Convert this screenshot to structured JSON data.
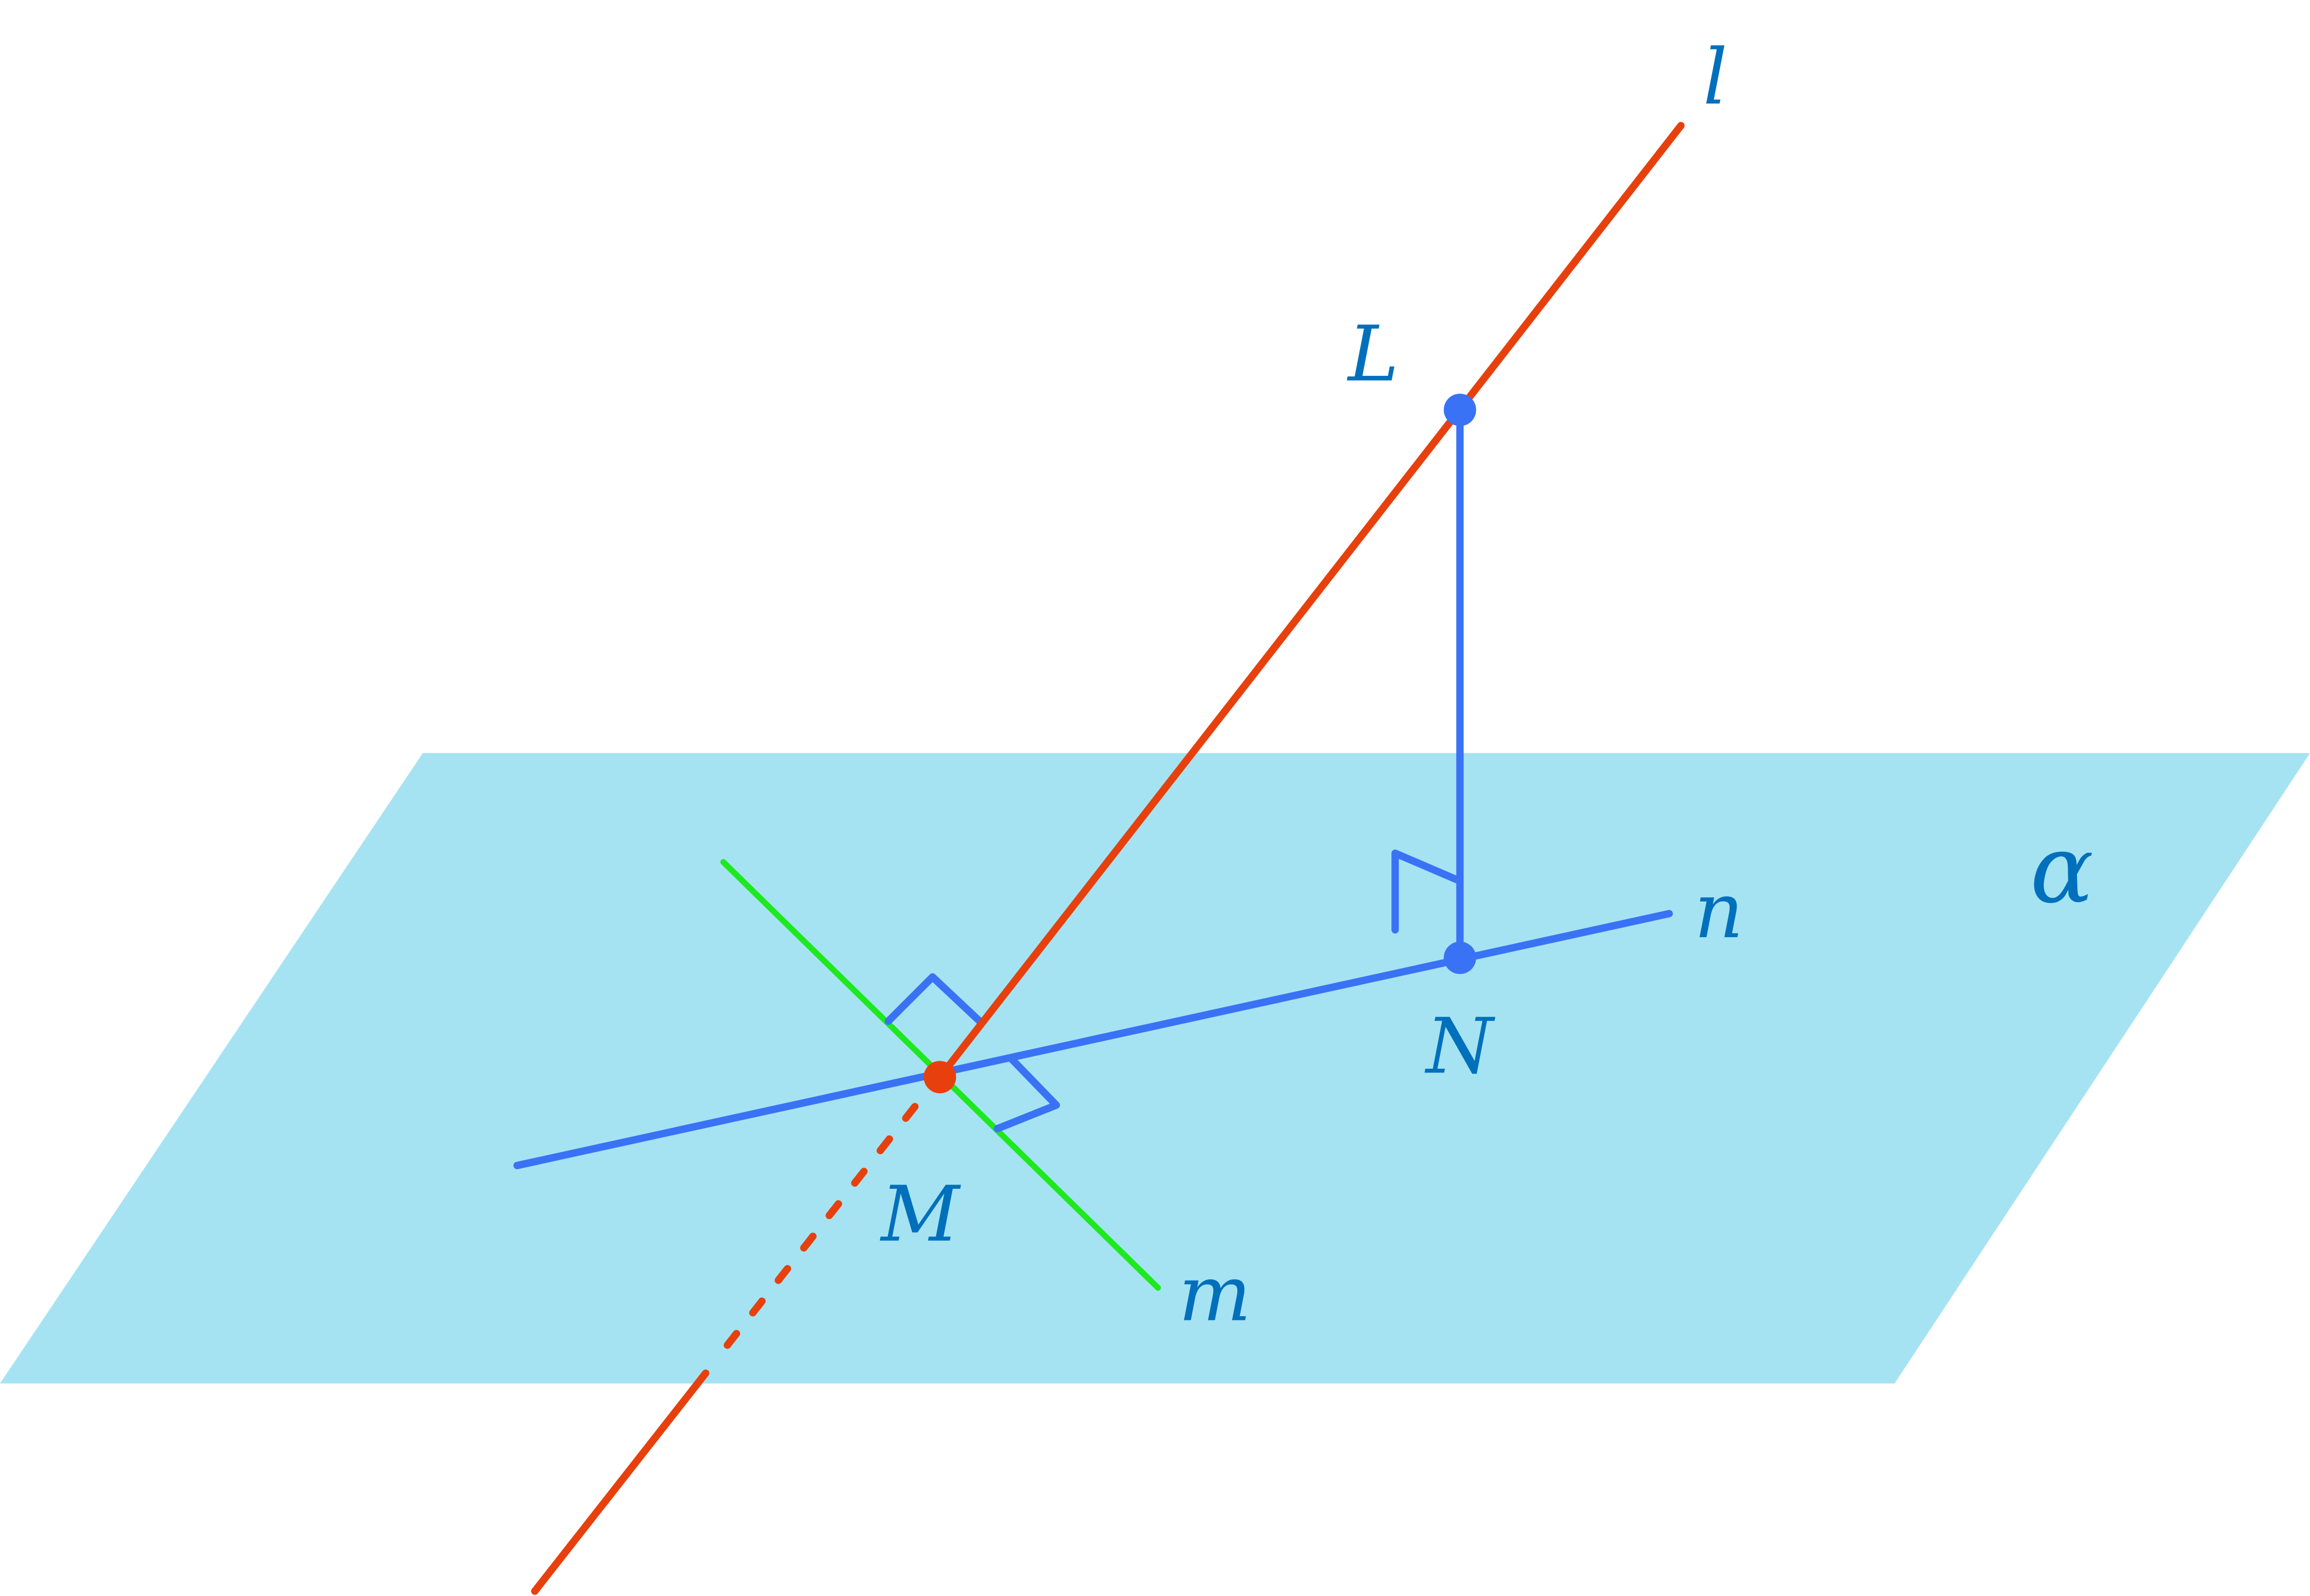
{
  "colors": {
    "plane": "#a5e3f2",
    "line_l": "#e8400c",
    "blue_lines": "#3a72f5",
    "line_m": "#1ee81e",
    "labels": "#0070bc"
  },
  "labels": {
    "line_l": "l",
    "point_L": "L",
    "plane": "α",
    "line_n": "n",
    "point_N": "N",
    "point_M": "M",
    "line_m": "m"
  }
}
